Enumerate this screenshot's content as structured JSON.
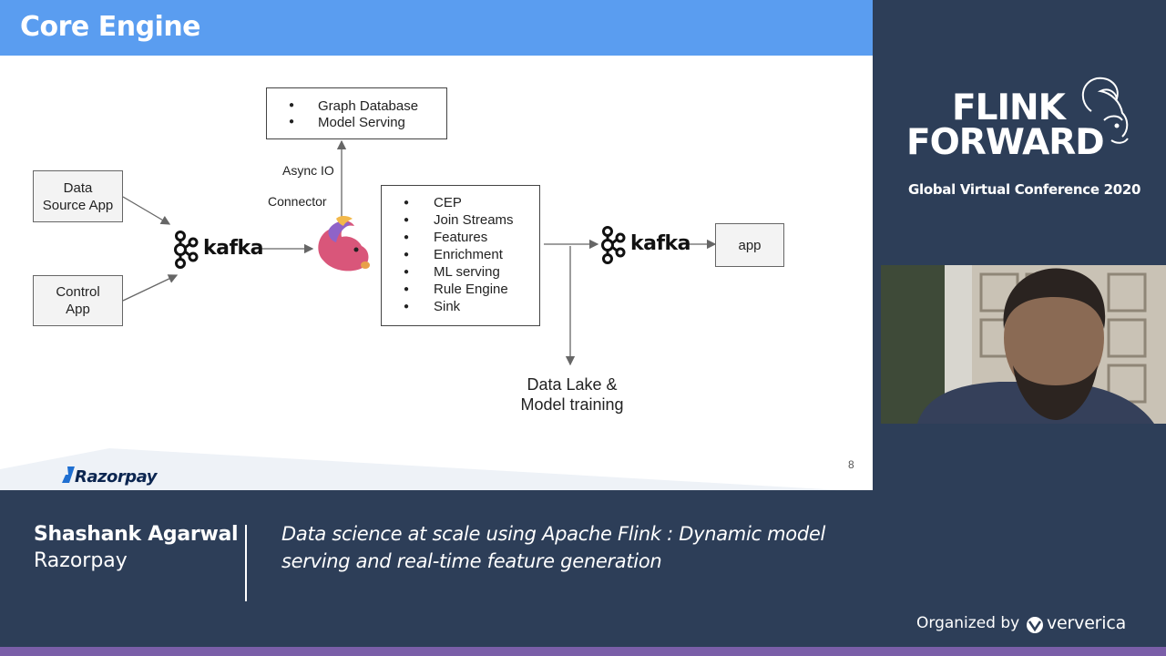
{
  "slide": {
    "title": "Core Engine",
    "page_number": "8",
    "logo_text": "Razorpay",
    "diagram": {
      "data_source_box": "Data\nSource App",
      "control_box": "Control\nApp",
      "kafka_left": "kafka",
      "kafka_right": "kafka",
      "app_box": "app",
      "top_box_items": [
        "Graph Database",
        "Model Serving"
      ],
      "async_label": "Async IO",
      "connector_label": "Connector",
      "engine_items": [
        "CEP",
        "Join Streams",
        "Features",
        "Enrichment",
        "ML serving",
        "Rule Engine",
        "Sink"
      ],
      "data_lake_label": "Data Lake &\nModel training"
    }
  },
  "sidebar": {
    "event_line1": "FLINK",
    "event_line2": "FORWARD",
    "event_subtitle": "Global Virtual Conference 2020"
  },
  "lower_third": {
    "speaker_name": "Shashank Agarwal",
    "speaker_company": "Razorpay",
    "talk_title_line1": "Data science at scale using Apache Flink : Dynamic model",
    "talk_title_line2": "serving and real-time feature generation",
    "organized_by": "Organized by",
    "organizer": "ververica"
  },
  "colors": {
    "header_blue": "#5a9df0",
    "navy": "#2d3e58",
    "purple_strip": "#7a5ea8"
  }
}
